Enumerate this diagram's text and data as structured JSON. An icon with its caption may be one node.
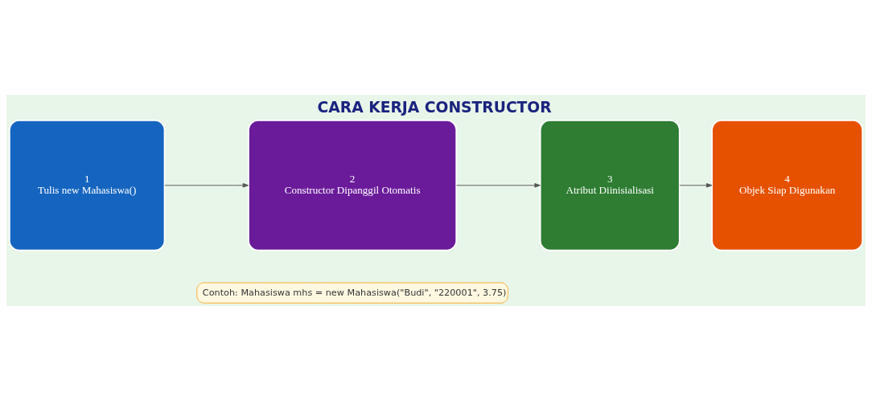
{
  "diagram": {
    "title": "CARA KERJA CONSTRUCTOR",
    "nodes": [
      {
        "text": [
          "1",
          "Tulis new Mahasiswa()"
        ]
      },
      {
        "text": [
          "2",
          "Constructor Dipanggil Otomatis"
        ]
      },
      {
        "text": [
          "3",
          "Atribut Diinisialisasi"
        ]
      },
      {
        "text": [
          "4",
          "Objek Siap Digunakan"
        ]
      }
    ],
    "edges": [
      {
        "from": 0,
        "to": 1,
        "arrow": "to"
      },
      {
        "from": 1,
        "to": 2,
        "arrow": "to"
      },
      {
        "from": 2,
        "to": 3,
        "arrow": "to"
      }
    ],
    "labels": [
      "Contoh: Mahasiswa mhs = new Mahasiswa(\"Budi\", \"220001\", 3.75)"
    ]
  }
}
